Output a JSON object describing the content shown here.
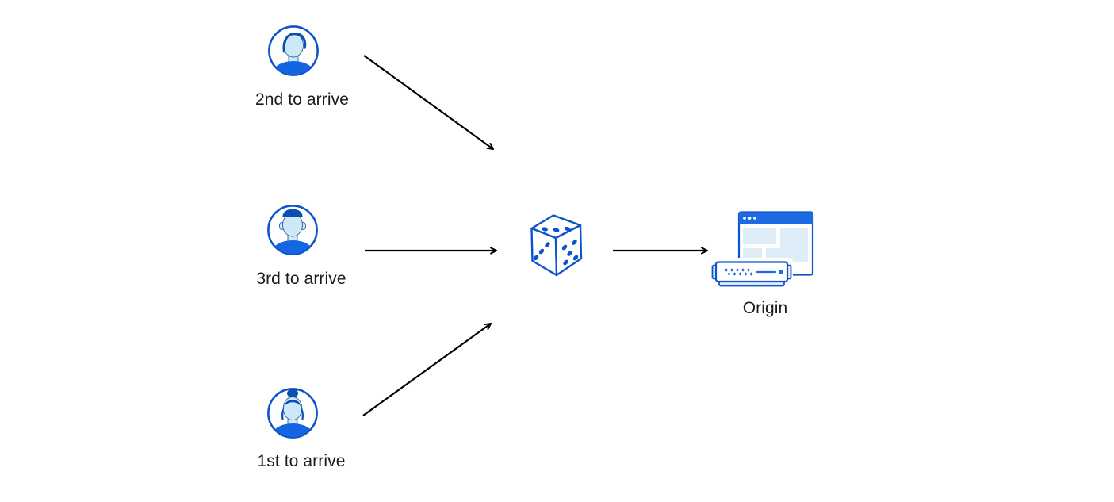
{
  "diagram": {
    "description": "Three visitors arriving in different order are routed randomly (dice) to an origin server",
    "nodes": {
      "user_second": {
        "label": "2nd to arrive",
        "icon": "avatar-male-swoop-icon"
      },
      "user_third": {
        "label": "3rd to arrive",
        "icon": "avatar-male-crop-icon"
      },
      "user_first": {
        "label": "1st to arrive",
        "icon": "avatar-female-icon"
      },
      "random_pick": {
        "label": "",
        "icon": "dice-icon"
      },
      "origin": {
        "label": "Origin",
        "icon": "origin-server-icon"
      }
    },
    "edges": [
      {
        "from": "user_second",
        "to": "random_pick"
      },
      {
        "from": "user_third",
        "to": "random_pick"
      },
      {
        "from": "user_first",
        "to": "random_pick"
      },
      {
        "from": "random_pick",
        "to": "origin"
      }
    ],
    "colors": {
      "stroke_blue": "#0C54CC",
      "bright_blue": "#1D6AE5",
      "shirt_blue": "#1565E2",
      "hair_blue": "#0C4FB2",
      "face_blue": "#CDE8F6",
      "face_outline": "#2E5FA3",
      "pale_blue": "#DFEDF8",
      "arrow_black": "#000000",
      "text": "#1B1B1D"
    }
  }
}
